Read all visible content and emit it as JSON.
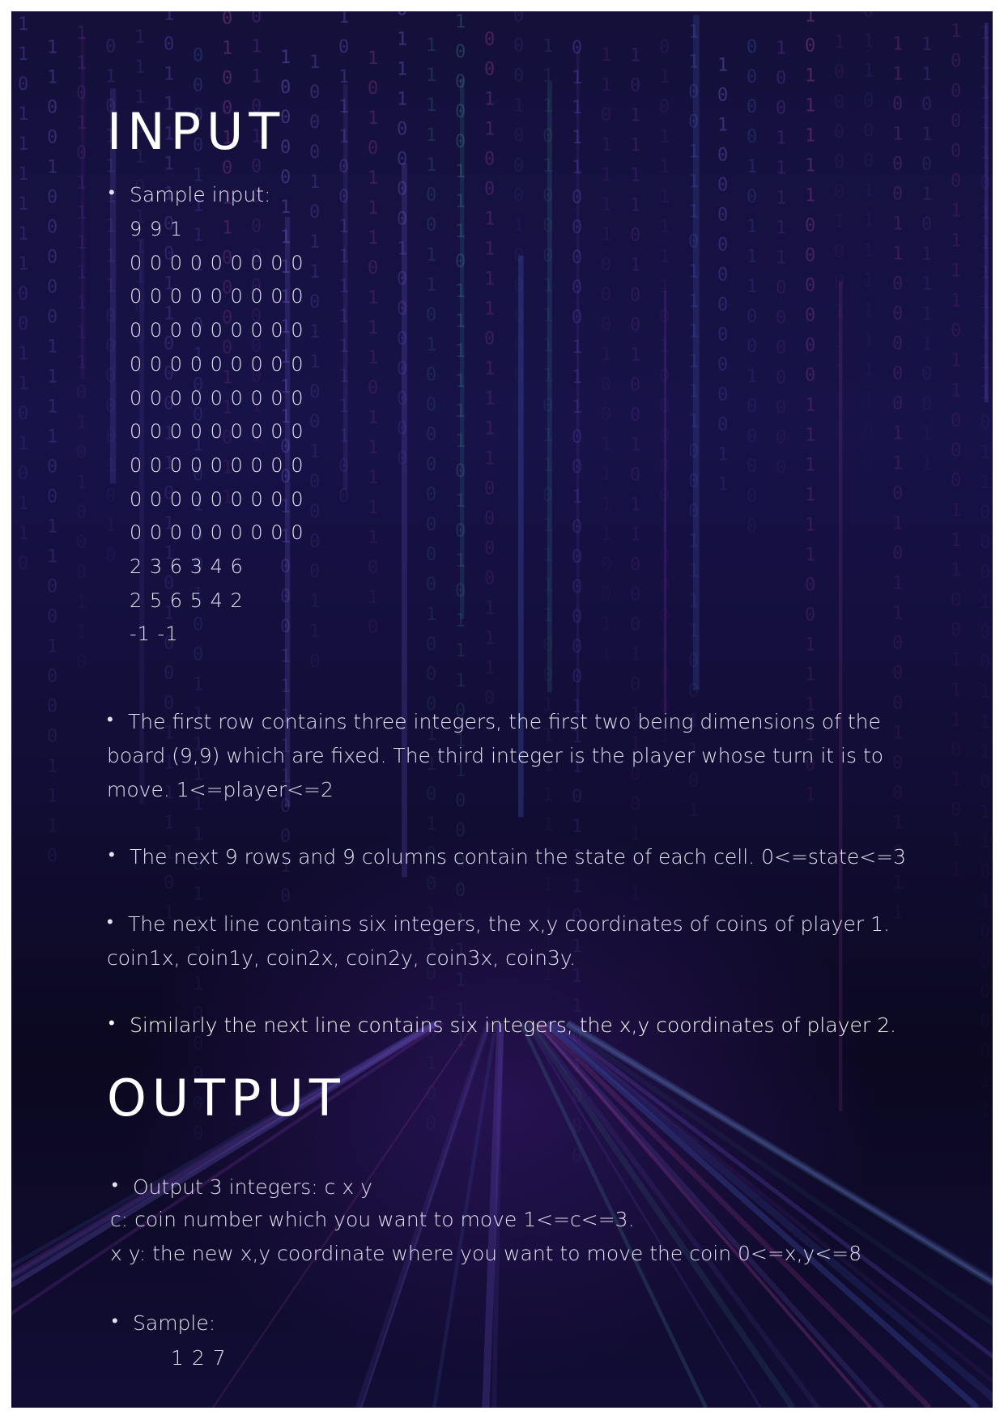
{
  "input": {
    "heading": "INPUT",
    "sample_label": "Sample input:",
    "sample_lines": [
      "9 9 1",
      "0 0 0 0 0 0 0 0 0",
      "0 0 0 0 0 0 0 0 0",
      "0 0 0 0 0 0 0 0 0",
      "0 0 0 0 0 0 0 0 0",
      "0 0 0 0 0 0 0 0 0",
      "0 0 0 0 0 0 0 0 0",
      "0 0 0 0 0 0 0 0 0",
      "0 0 0 0 0 0 0 0 0",
      "0 0 0 0 0 0 0 0 0",
      "2 3 6 3 4 6",
      "2 5 6 5 4 2",
      "-1 -1"
    ],
    "para1": "The first row contains three integers, the first two being dimensions of the board (9,9) which are fixed. The third integer is the player whose turn it is to move. 1<=player<=2",
    "para2": "The next 9 rows and 9 columns contain the state of each cell. 0<=state<=3",
    "para3": "The next line contains six integers, the x,y coordinates of coins of player 1. coin1x, coin1y, coin2x, coin2y, coin3x, coin3y.",
    "para4": "Similarly the next line contains six integers, the x,y coordinates of player 2."
  },
  "output": {
    "heading": "OUTPUT",
    "bullet1": "Output 3 integers: c x y",
    "line_c": "c: coin number which you want to move 1<=c<=3.",
    "line_xy": "x y: the new x,y coordinate where you want to move the coin  0<=x,y<=8",
    "sample_label": "Sample:",
    "sample_value": "1 2 7"
  },
  "colors": {
    "background": "#171248",
    "text": "#e4e2f2",
    "heading": "#ffffff"
  }
}
